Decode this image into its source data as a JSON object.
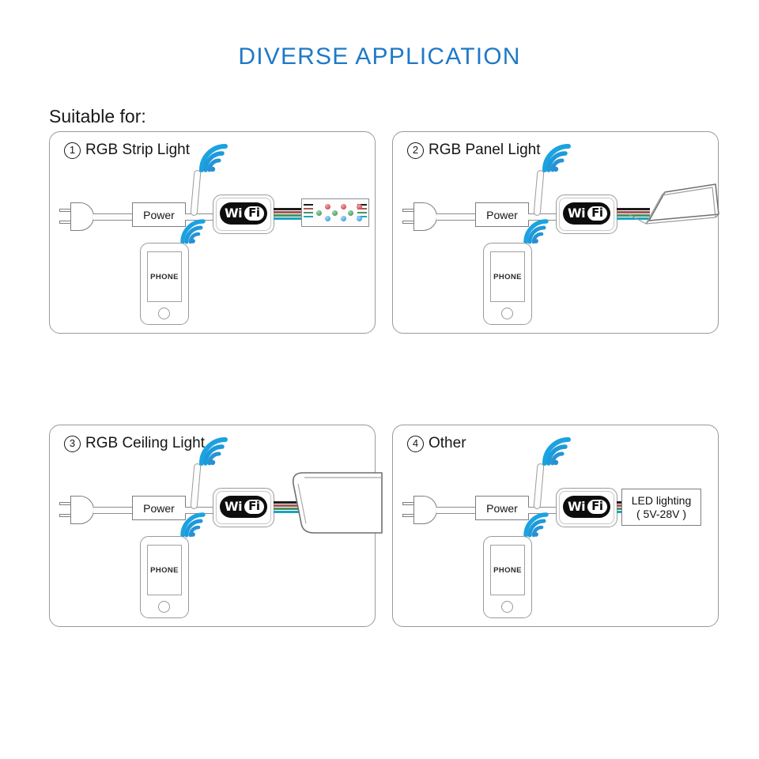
{
  "title": "DIVERSE APPLICATION",
  "title_color": "#1f79c6",
  "suitable_label": "Suitable for:",
  "common": {
    "power_label": "Power",
    "wifi_brand_left": "Wi",
    "wifi_brand_right": "Fi",
    "phone_label": "PHONE",
    "wire_colors": [
      "#1c1c1c",
      "#a65757",
      "#4f9060",
      "#19a5c4"
    ]
  },
  "panels": [
    {
      "number": "1",
      "number_glyph": "①",
      "label": "RGB Strip Light",
      "load_type": "rgb-led-strip",
      "load_label": ""
    },
    {
      "number": "2",
      "number_glyph": "②",
      "label": "RGB Panel Light",
      "load_type": "flat-panel-light",
      "load_label": ""
    },
    {
      "number": "3",
      "number_glyph": "③",
      "label": "RGB Ceiling Light",
      "load_type": "ceiling-light",
      "load_label": ""
    },
    {
      "number": "4",
      "number_glyph": "④",
      "label": "Other",
      "load_type": "led-lighting-box",
      "load_label_line1": "LED lighting",
      "load_label_line2": "( 5V-28V )"
    }
  ]
}
